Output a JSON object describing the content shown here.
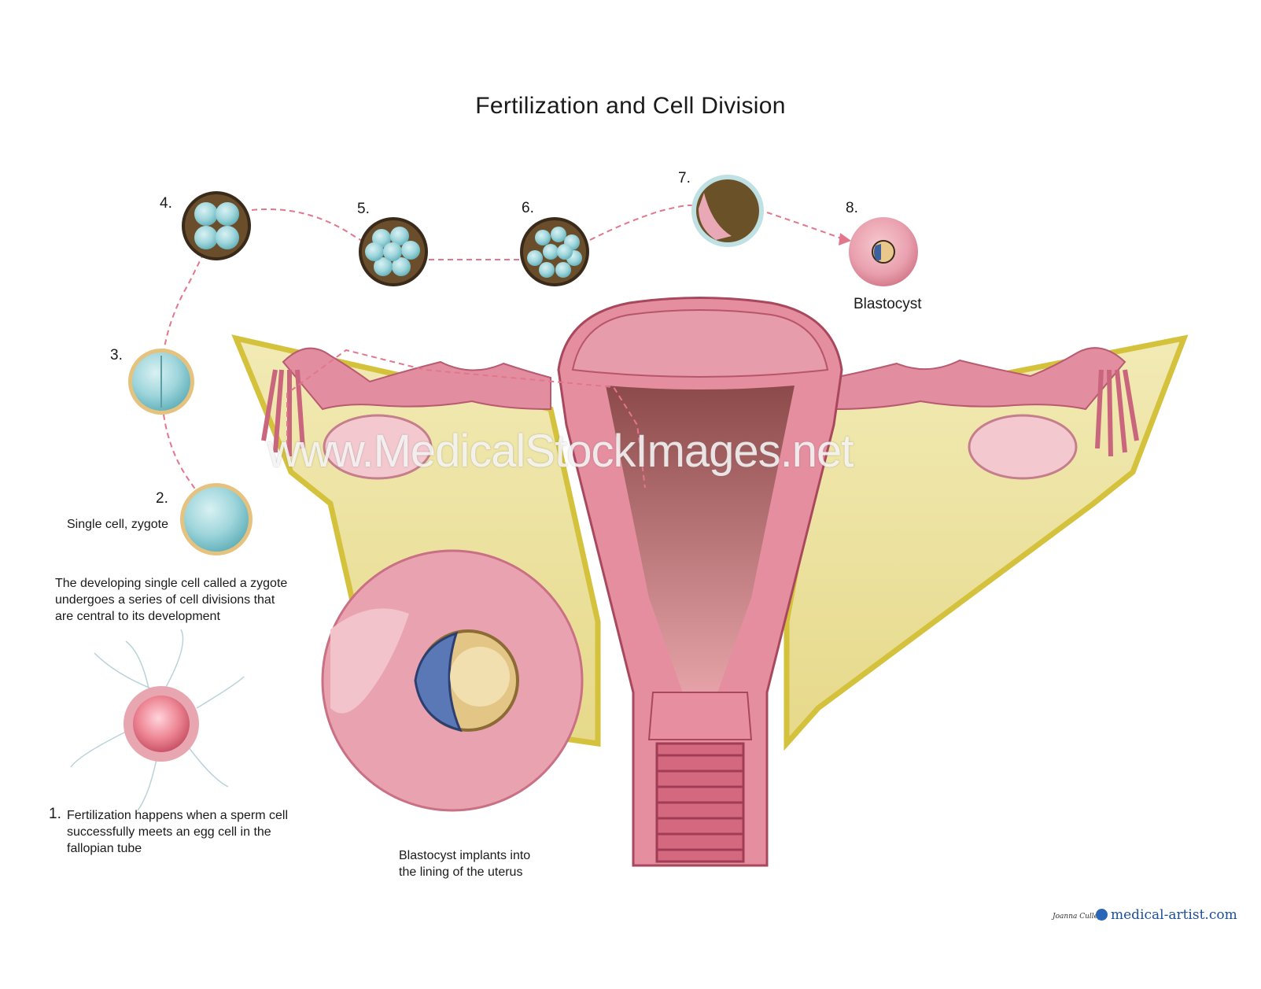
{
  "title": "Fertilization and Cell Division",
  "stages": [
    {
      "number": "1.",
      "caption": [
        "Fertilization happens when a sperm cell",
        "successfully meets an egg cell in the",
        "fallopian tube"
      ]
    },
    {
      "number": "2.",
      "label": "Single cell, zygote"
    },
    {
      "number": "3."
    },
    {
      "number": "4."
    },
    {
      "number": "5."
    },
    {
      "number": "6."
    },
    {
      "number": "7."
    },
    {
      "number": "8.",
      "label": "Blastocyst"
    }
  ],
  "zygote_description": [
    "The developing single cell called a zygote",
    "undergoes a series of cell divisions that",
    "are central to its development"
  ],
  "implantation_caption": [
    "Blastocyst implants into",
    "the lining of the uterus"
  ],
  "watermark": "www.MedicalStockImages.net",
  "signature": "Joanna Culley",
  "brand": "medical-artist.com",
  "colors": {
    "cell": "#9fd6dc",
    "cell_rim": "#c7a56c",
    "tissue_pink": "#e27f93",
    "fat_yellow": "#efe4a0",
    "path_dash": "#e2768c"
  }
}
